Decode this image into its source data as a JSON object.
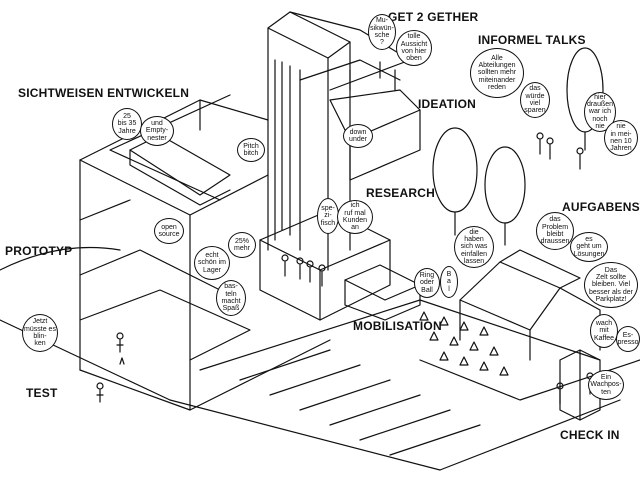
{
  "labels": {
    "get2gether": "GET 2 GETHER",
    "informel": "INFORMEL TALKS",
    "sichtweisen": "SICHTWEISEN ENTWICKELN",
    "ideation": "IDEATION",
    "research": "RESEARCH",
    "aufgaben": "AUFGABENSTE",
    "prototyp": "PROTOTYP",
    "mobilisation": "MOBILISATION",
    "test": "TEST",
    "checkin": "CHECK IN"
  },
  "bubbles": {
    "musik": "Mu-\nsikwün-\nsche\n?",
    "aussicht": "tolle\nAussicht\nvon hier\noben",
    "abteilungen": "Alle\nAbteilungen\nsollten mehr\nmiteinander\nreden",
    "sparen": "das\nwürde\nviel\nsparen",
    "alter": "25\nbis 35\nJahre",
    "empty": "und\nEmpty-\nnester",
    "draussen": "hier\ndraußen\nwar ich\nnoch\nnie",
    "meinen": "nie\nin mei-\nnen 10\nJahren",
    "pitch": "Pitch\nbitch",
    "downunder": "down\nunder",
    "spezi": "spe-\nzi-\nfisch",
    "kunden": "ich\nruf mal\nKunden\nan",
    "opensource": "open\nsource",
    "schoen": "echt\nschön im\nLager",
    "mehr25": "25%\nmehr",
    "problem": "das\nProblem\nbleibt\ndraussen",
    "loesungen": "es\ngeht um\nLösungen",
    "einfallen": "die\nhaben\nsich was\neinfallen\nlassen",
    "zelt": "Das\nZelt sollte\nbleiben. Viel\nbesser als der\nParkplatz!",
    "basteln": "bas-\nteln\nmacht\nSpaß",
    "blinken": "Jetzt\nmüsste es\nblin-\nken",
    "ring": "Ring\noder\nBall",
    "ball": "B\na\nl",
    "kaffee": "wach\nmit\nKaffee",
    "espresso": "Es-\npresso",
    "wachposten": "Ein\nWachpos-\nten"
  }
}
